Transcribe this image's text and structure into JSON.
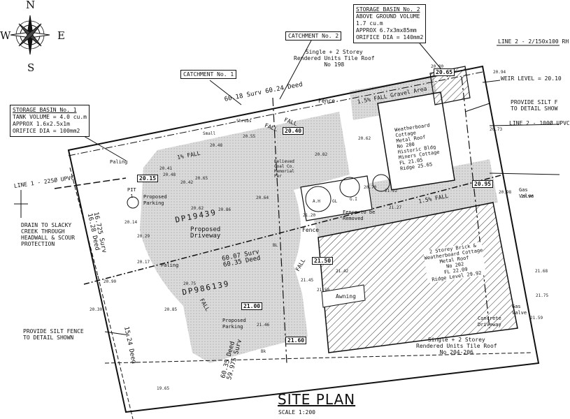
{
  "title": "SITE PLAN",
  "scale": "SCALE 1:200",
  "compass": {
    "north": "N",
    "south": "S",
    "east": "E",
    "west": "W"
  },
  "storage_basin_1": {
    "heading": "STORAGE BASIN No. 1",
    "lines": [
      "TANK VOLUME = 4.0 cu.m",
      "APPROX 1.6x2.5x1m",
      "ORIFICE DIA = 100mm2"
    ]
  },
  "storage_basin_2": {
    "heading": "STORAGE BASIN No. 2",
    "lines": [
      "ABOVE GROUND VOLUME",
      "1.7 cu.m",
      "APPROX 6.7x3mx85mm",
      "ORIFICE DIA = 140mm2"
    ]
  },
  "catchment_1": "CATCHMENT No. 1",
  "catchment_2": "CATCHMENT No. 2",
  "neighbour_top": [
    "Single + 2 Storey",
    "Rendered Units Tile Roof",
    "No 198"
  ],
  "neighbour_bottom": [
    "Single + 2 Storey",
    "Rendered Units Tile Roof",
    "No 204-206"
  ],
  "line_1": "LINE 1 - 225Ø UPVC",
  "line_2a": "LINE 2 - 2/150x100 RH",
  "line_2b": "LINE 2 - 100Ø UPVC",
  "drain": [
    "DRAIN TO SLACKY",
    "CREEK THROUGH",
    "HEADWALL & SCOUR",
    "PROTECTION"
  ],
  "silt_fence_left": [
    "PROVIDE SILT FENCE",
    "TO DETAIL SHOWN"
  ],
  "silt_fence_right": [
    "PROVIDE SILT F",
    "TO DETAIL SHOW"
  ],
  "weir_level": "WEIR LEVEL = 20.10",
  "gravel_area": "1.5% FALL Gravel Area",
  "fall_15_right": "1.5% FALL",
  "fall_1pct": "1% FALL",
  "fall_labels": [
    "FALL",
    "FALL",
    "FALL",
    "FALL"
  ],
  "dims": {
    "top_boundary": "60.18 Surv 60.24 Deed",
    "mid_boundary": [
      "60.07 Surv",
      "60.35 Deed"
    ],
    "bottom_boundary": [
      "60.35 Deed",
      "59.975 Surv"
    ],
    "left_upper": [
      "16.725 Surv",
      "16.28 Deed"
    ],
    "left_lower": [
      "15.24 Deed"
    ]
  },
  "lot_1": "DP19439",
  "lot_2": "DP986139",
  "proposed_driveway": [
    "Proposed",
    "Driveway"
  ],
  "proposed_parking_1": [
    "Proposed",
    "Parking"
  ],
  "proposed_parking_2": [
    "Proposed",
    "Parking"
  ],
  "weatherboard_cottage": [
    "Weatherboard",
    "Cottage",
    "Metal Roof",
    "No 200",
    "Historic Bldg",
    "Miners Cottage",
    "FL 21.05",
    "Ridge 25.65"
  ],
  "brick_cottage": [
    "2 Storey Brick &",
    "Weatherboard Cottage",
    "Metal Roof",
    "No 202",
    "FL 22.09",
    "Ridge Level 29.92"
  ],
  "fence": "Fence",
  "fence_removed": [
    "Fence to be",
    "Removed"
  ],
  "awning": "Awning",
  "paling": "Paling",
  "concrete_driveway": [
    "Concrete",
    "Driveway"
  ],
  "gas_valve": [
    "Gas",
    "Valve"
  ],
  "believed_coal": [
    "Believed",
    "Coal Co.",
    "Memorial",
    "Per"
  ],
  "pit": [
    "PIT",
    "1"
  ],
  "small_labels": [
    "Shrubs",
    "Small",
    "GL",
    "G.I",
    "BL",
    "Bk",
    "A.H"
  ],
  "water_levels": [
    "20.15",
    "20.40",
    "20.95",
    "21.00",
    "21.60",
    "21.50",
    "20.65"
  ],
  "spot_levels": [
    "20.55",
    "20.48",
    "20.41",
    "20.82",
    "20.65",
    "20.86",
    "20.64",
    "20.62",
    "20.29",
    "20.14",
    "20.17",
    "20.90",
    "21.45",
    "21.50",
    "21.42",
    "20.85",
    "20.75",
    "21.20",
    "21.27",
    "20.98",
    "21.68",
    "21.75",
    "20.73",
    "20.96",
    "21.59",
    "21.46",
    "20.30",
    "19.65",
    "20.62",
    "20.70",
    "20.94",
    "21.22",
    "20.42",
    "20.48",
    "20.80"
  ],
  "colors": {
    "ink": "#111111",
    "hatch": "#333333",
    "paving": "#d9d9d9",
    "background": "#ffffff"
  }
}
